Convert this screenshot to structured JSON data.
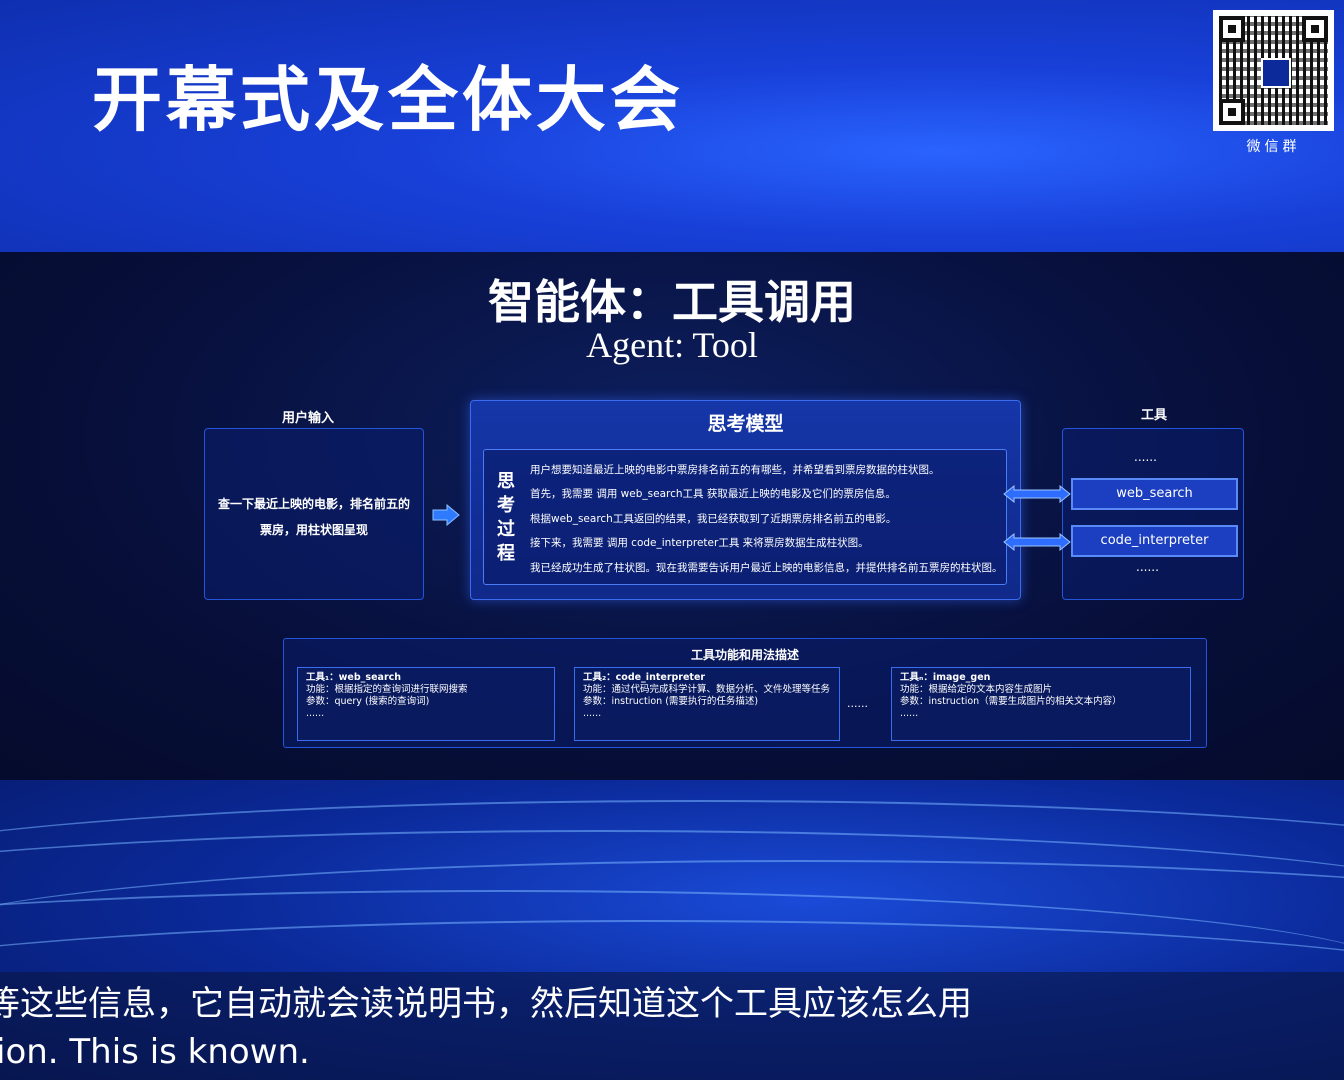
{
  "event": {
    "title": "开幕式及全体大会",
    "qr_caption": "微信群"
  },
  "slide": {
    "title": "智能体：工具调用",
    "subtitle": "Agent: Tool",
    "user_input_label": "用户输入",
    "user_input_text_line1": "查一下最近上映的电影，排名前五的",
    "user_input_text_line2": "票房，用柱状图呈现",
    "think_header": "思考模型",
    "think_vertical": "思考过程",
    "think_lines": [
      "用户想要知道最近上映的电影中票房排名前五的有哪些，并希望看到票房数据的柱状图。",
      "首先，我需要 调用 web_search工具 获取最近上映的电影及它们的票房信息。",
      "根据web_search工具返回的结果，我已经获取到了近期票房排名前五的电影。",
      "接下来，我需要 调用 code_interpreter工具 来将票房数据生成柱状图。",
      "我已经成功生成了柱状图。现在我需要告诉用户最近上映的电影信息，并提供排名前五票房的柱状图。"
    ],
    "tools_label": "工具",
    "tools_ellipsis_top": "......",
    "tools": [
      "web_search",
      "code_interpreter"
    ],
    "tools_ellipsis_bottom": "......",
    "desc_title": "工具功能和用法描述",
    "desc_cards": [
      {
        "tool": "工具₁：web_search",
        "func": "功能：根据指定的查询词进行联网搜索",
        "param": "参数：query (搜索的查询词)",
        "more": "......"
      },
      {
        "tool": "工具₂：code_interpreter",
        "func": "功能：通过代码完成科学计算、数据分析、文件处理等任务",
        "param": "参数：instruction (需要执行的任务描述)",
        "more": "......"
      },
      {
        "tool": "工具ₙ：image_gen",
        "func": "功能：根据给定的文本内容生成图片",
        "param": "参数：instruction（需要生成图片的相关文本内容）",
        "more": "......"
      }
    ],
    "desc_dots": "......"
  },
  "subtitles": {
    "chinese": "等这些信息，它自动就会读说明书，然后知道这个工具应该怎么用",
    "english": "ion. This is known."
  }
}
